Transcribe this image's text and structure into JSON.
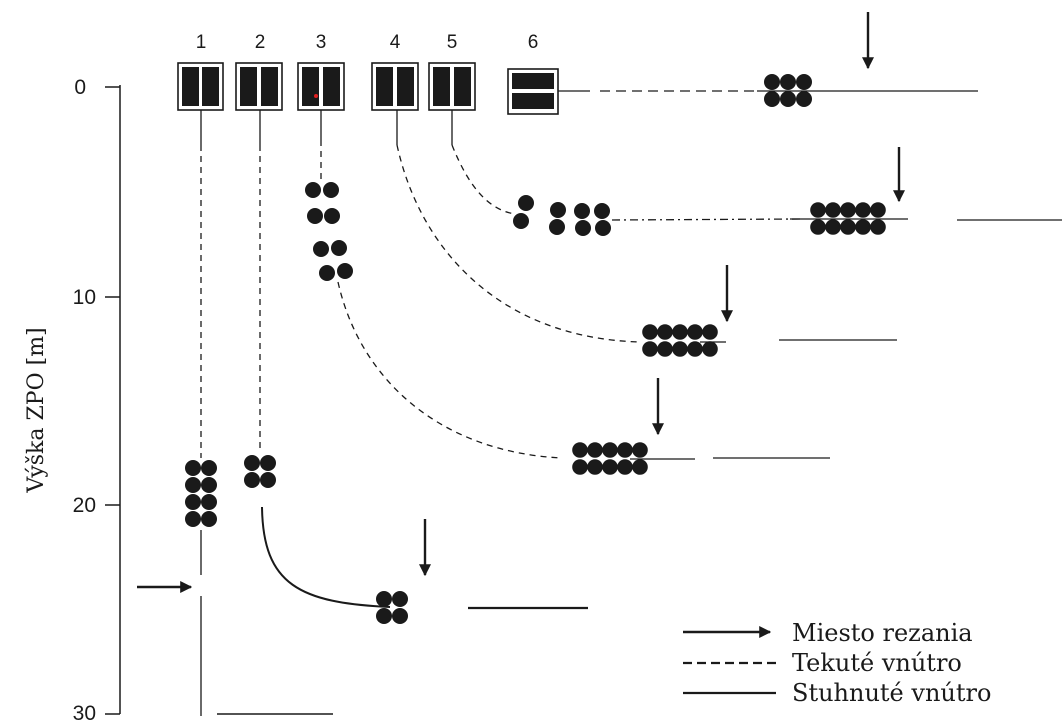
{
  "axis": {
    "title": "Výška ZPO [m]",
    "ticks": [
      "0",
      "10",
      "20",
      "30"
    ]
  },
  "strands": [
    {
      "label": "1",
      "mold": "vertical"
    },
    {
      "label": "2",
      "mold": "vertical"
    },
    {
      "label": "3",
      "mold": "vertical"
    },
    {
      "label": "4",
      "mold": "vertical"
    },
    {
      "label": "5",
      "mold": "vertical"
    },
    {
      "label": "6",
      "mold": "horizontal"
    }
  ],
  "legend": {
    "items": [
      {
        "key": "arrow",
        "label": "Miesto rezania"
      },
      {
        "key": "dashed",
        "label": "Tekuté vnútro"
      },
      {
        "key": "solid",
        "label": "Stuhnuté vnútro"
      }
    ]
  },
  "colors": {
    "ink": "#1a1a1a",
    "background": "#ffffff",
    "marker": "#e02020"
  }
}
